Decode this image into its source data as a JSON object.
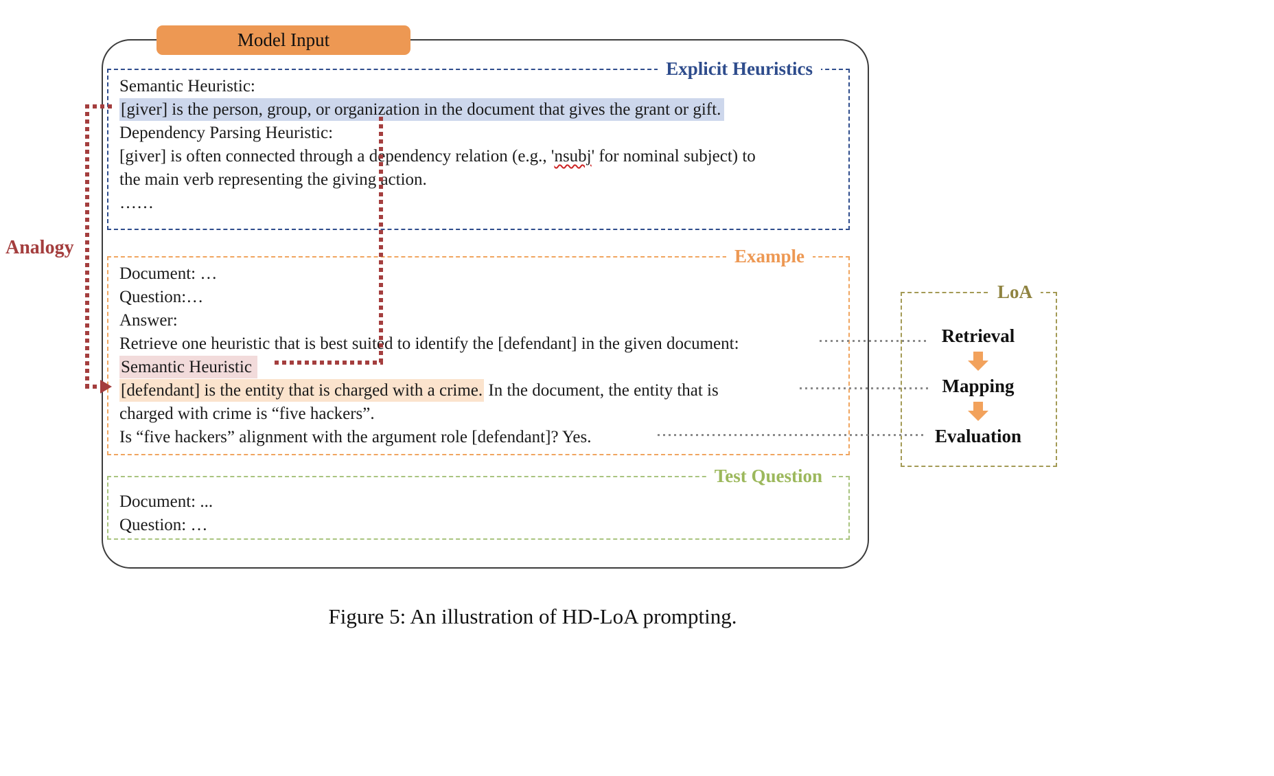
{
  "figure": {
    "caption": "Figure 5: An illustration of HD-LoA prompting."
  },
  "analogy_label": "Analogy",
  "model_input": {
    "tab_label": "Model Input"
  },
  "explicit_heuristics": {
    "label": "Explicit Heuristics",
    "semantic_heading": "Semantic Heuristic:",
    "semantic_definition": "[giver] is the person, group, or organization in the document that gives the grant or gift.",
    "dependency_heading": "Dependency Parsing Heuristic:",
    "dependency_def_pre": "[giver] is often connected through a dependency relation (e.g., '",
    "dependency_def_term": "nsubj",
    "dependency_def_post": "' for nominal subject) to",
    "dependency_def_line2": "the main verb representing the giving action.",
    "ellipsis": "……"
  },
  "example": {
    "label": "Example",
    "document_line": "Document: …",
    "question_line": "Question:…",
    "answer_heading": "Answer:",
    "retrieve_line": "Retrieve one heuristic that is best suited to identify the [defendant] in the given document:",
    "retrieved_heuristic": "Semantic Heuristic",
    "mapping_highlight": "[defendant] is the entity that is charged with a crime.",
    "mapping_tail": " In the document, the entity that is",
    "mapping_line2": "charged with crime is “five hackers”.",
    "evaluation_line": "Is “five hackers” alignment with the argument role [defendant]? Yes."
  },
  "test_question": {
    "label": "Test Question",
    "document_line": "Document: ...",
    "question_line": "Question: …"
  },
  "loa": {
    "label": "LoA",
    "steps": [
      {
        "label": "Retrieval"
      },
      {
        "label": "Mapping"
      },
      {
        "label": "Evaluation"
      }
    ]
  },
  "colors": {
    "tab_orange": "#ED9853",
    "heuristics_blue": "#2E4C8C",
    "highlight_blue": "#CDD7EC",
    "example_orange": "#F0A55F",
    "highlight_pink": "#F2DBDB",
    "highlight_orange": "#FBE3CD",
    "test_green": "#A9C47F",
    "loa_olive": "#A39A55",
    "analogy_red": "#A43E3E",
    "connector_gray": "#8A8A8A"
  }
}
